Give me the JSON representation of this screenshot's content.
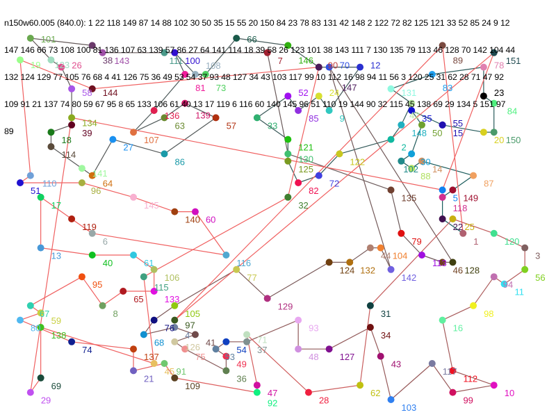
{
  "header": {
    "lines": [
      "n150w60.005 (840.0): 1 22 118 149 87 14 88 102 30 50 35 15 55 20 150 84 23 78 83 131 42 148 2 122 72 82 125 121 33 52 85 24 9 12",
      "147 146 66 73 108 100 81 136 107 63 139 57 86 27 64 141 114 18 39 58 26 123 101 38 143 111 7 130 135 79 113 46 128 70 142 104 44",
      "132 124 129 77 105 76 68 4 41 126 75 36 49 53 54 37 93 48 127 34 43 103 117 99 10 112 16 98 94 11 56 3 120 25 31 62 28 71 47 92",
      "109 91 21 137 74 80 59 67 95 8 65 133 106 61 40 13 17 119 6 116 60 140 145 96 51 110 19 144 90 32 115 45 138 69 29 134 5 151 97",
      "89"
    ]
  },
  "graph": {
    "grid_size": [
      49,
      50
    ],
    "edge_colors": {
      "start": "#145a5a",
      "mid": "#9a5a5a",
      "end": "#f06060"
    },
    "nodes": [
      [
        1,
        43,
        27,
        "#b06070"
      ],
      [
        2,
        36,
        14,
        "#10b8a0"
      ],
      [
        3,
        49,
        29,
        "#806060"
      ],
      [
        4,
        15,
        40,
        "#7080a0"
      ],
      [
        5,
        41,
        21,
        "#1080f0"
      ],
      [
        6,
        7,
        27,
        "#98a8a8"
      ],
      [
        7,
        24,
        2,
        "#a02030"
      ],
      [
        8,
        8,
        37,
        "#70a060"
      ],
      [
        9,
        30,
        10,
        "#30c8c0"
      ],
      [
        10,
        46,
        48,
        "#e010c0"
      ],
      [
        11,
        47,
        34,
        "#30e0f0"
      ],
      [
        12,
        33,
        4,
        "#2a30d0"
      ],
      [
        13,
        2,
        29,
        "#4898d8"
      ],
      [
        14,
        39,
        17,
        "#d09060"
      ],
      [
        15,
        41,
        12,
        "#2010b0"
      ],
      [
        16,
        41,
        39,
        "#60f0a0"
      ],
      [
        17,
        2,
        22,
        "#10d060"
      ],
      [
        18,
        3,
        13,
        "#1a7a1a"
      ],
      [
        19,
        0,
        3,
        "#9aff8a"
      ],
      [
        20,
        45,
        13,
        "#d8d020"
      ],
      [
        21,
        11,
        46,
        "#7060c0"
      ],
      [
        22,
        41,
        25,
        "#401050"
      ],
      [
        23,
        45,
        8,
        "#000000"
      ],
      [
        24,
        29,
        8,
        "#d8e030"
      ],
      [
        25,
        42,
        25,
        "#c8b010"
      ],
      [
        26,
        4,
        4,
        "#e0508f"
      ],
      [
        27,
        9,
        14,
        "#1a90f0"
      ],
      [
        28,
        28,
        49,
        "#f02040"
      ],
      [
        29,
        1,
        49,
        "#c050f0"
      ],
      [
        30,
        38,
        16,
        "#10a0d8"
      ],
      [
        31,
        34,
        37,
        "#104040"
      ],
      [
        32,
        26,
        22,
        "#408030"
      ],
      [
        33,
        23,
        11,
        "#30b070"
      ],
      [
        34,
        34,
        40,
        "#701010"
      ],
      [
        35,
        38,
        10,
        "#1010d0"
      ],
      [
        36,
        20,
        46,
        "#608050"
      ],
      [
        37,
        22,
        42,
        "#809090"
      ],
      [
        38,
        7,
        1,
        "#6b3a6b"
      ],
      [
        39,
        5,
        12,
        "#600020"
      ],
      [
        40,
        7,
        30,
        "#10c020"
      ],
      [
        41,
        17,
        41,
        "#704a4a"
      ],
      [
        42,
        38,
        9,
        "#b8e8a0"
      ],
      [
        43,
        35,
        44,
        "#a01070"
      ],
      [
        44,
        34,
        29,
        "#b08070"
      ],
      [
        45,
        13,
        45,
        "#e8c060"
      ],
      [
        46,
        41,
        31,
        "#704020"
      ],
      [
        47,
        23,
        48,
        "#d010a0"
      ],
      [
        48,
        27,
        43,
        "#d090e0"
      ],
      [
        49,
        20,
        44,
        "#f03050"
      ],
      [
        50,
        39,
        12,
        "#70a030"
      ],
      [
        51,
        0,
        20,
        "#2010d0"
      ],
      [
        52,
        26,
        8,
        "#a010f0"
      ],
      [
        53,
        19,
        43,
        "#6080a0"
      ],
      [
        54,
        20,
        42,
        "#1040c0"
      ],
      [
        55,
        41,
        12,
        "#2010b0"
      ],
      [
        56,
        49,
        32,
        "#80d020"
      ],
      [
        57,
        19,
        11,
        "#b03010"
      ],
      [
        58,
        5,
        7,
        "#a855e8"
      ],
      [
        59,
        2,
        38,
        "#c8d040"
      ],
      [
        60,
        17,
        24,
        "#d010c0"
      ],
      [
        61,
        11,
        30,
        "#30c8e0"
      ],
      [
        62,
        33,
        48,
        "#c0c010"
      ],
      [
        63,
        14,
        11,
        "#6a8a30"
      ],
      [
        64,
        7,
        19,
        "#d07010"
      ],
      [
        65,
        10,
        35,
        "#b01a20"
      ],
      [
        66,
        21,
        0,
        "#1a5a4a"
      ],
      [
        67,
        1,
        37,
        "#30d0b0"
      ],
      [
        68,
        12,
        41,
        "#1090d0"
      ],
      [
        69,
        2,
        47,
        "#1a4a3a"
      ],
      [
        70,
        30,
        4,
        "#3050e0"
      ],
      [
        71,
        22,
        41,
        "#c0e0c0"
      ],
      [
        72,
        29,
        19,
        "#4040e0"
      ],
      [
        73,
        18,
        5,
        "#50d060"
      ],
      [
        74,
        5,
        42,
        "#102090"
      ],
      [
        75,
        16,
        43,
        "#f09090"
      ],
      [
        76,
        13,
        39,
        "#101080"
      ],
      [
        77,
        21,
        32,
        "#c8c850"
      ],
      [
        78,
        45,
        4,
        "#e080b0"
      ],
      [
        79,
        37,
        27,
        "#e01010"
      ],
      [
        80,
        0,
        39,
        "#50b8f0"
      ],
      [
        81,
        16,
        5,
        "#f01a9a"
      ],
      [
        82,
        27,
        20,
        "#f01050"
      ],
      [
        83,
        40,
        5,
        "#20a0f0"
      ],
      [
        84,
        46,
        9,
        "#50f080"
      ],
      [
        85,
        27,
        10,
        "#9030e0"
      ],
      [
        86,
        14,
        16,
        "#1a9aa8"
      ],
      [
        87,
        44,
        19,
        "#f0a060"
      ],
      [
        88,
        38,
        18,
        "#b0e060"
      ],
      [
        89,
        41,
        1,
        "#7a4a40"
      ],
      [
        90,
        29,
        4,
        "#c04040"
      ],
      [
        91,
        14,
        45,
        "#70c870"
      ],
      [
        92,
        23,
        49,
        "#10f080"
      ],
      [
        93,
        27,
        39,
        "#e8a8f0"
      ],
      [
        94,
        46,
        33,
        "#c070b0"
      ],
      [
        95,
        6,
        33,
        "#f05010"
      ],
      [
        96,
        6,
        20,
        "#a8b040"
      ],
      [
        97,
        15,
        39,
        "#3a5a20"
      ],
      [
        98,
        44,
        37,
        "#f0f020"
      ],
      [
        99,
        42,
        49,
        "#d01060"
      ],
      [
        100,
        15,
        2,
        "#3010d0"
      ],
      [
        101,
        1,
        0,
        "#6aa84f"
      ],
      [
        102,
        37,
        17,
        "#208a8a"
      ],
      [
        103,
        36,
        50,
        "#3080f0"
      ],
      [
        104,
        35,
        29,
        "#f08030"
      ],
      [
        105,
        15,
        37,
        "#90c810"
      ],
      [
        106,
        13,
        32,
        "#b0c060"
      ],
      [
        107,
        11,
        13,
        "#e07040"
      ],
      [
        108,
        17,
        5,
        "#98b0c0"
      ],
      [
        109,
        15,
        47,
        "#5a4020"
      ],
      [
        110,
        1,
        19,
        "#70a0d8"
      ],
      [
        111,
        14,
        2,
        "#4a9a8a"
      ],
      [
        112,
        42,
        46,
        "#f01020"
      ],
      [
        113,
        39,
        30,
        "#a010e0"
      ],
      [
        114,
        3,
        15,
        "#5a4a3a"
      ],
      [
        115,
        12,
        33,
        "#40a080"
      ],
      [
        116,
        20,
        30,
        "#50a8d0"
      ],
      [
        117,
        40,
        45,
        "#7a7aa0"
      ],
      [
        118,
        41,
        22,
        "#d03090"
      ],
      [
        119,
        5,
        25,
        "#b02010"
      ],
      [
        120,
        46,
        27,
        "#40e090"
      ],
      [
        121,
        26,
        14,
        "#20c010"
      ],
      [
        122,
        31,
        16,
        "#c8c820"
      ],
      [
        123,
        3,
        3,
        "#a0dcc0"
      ],
      [
        124,
        30,
        31,
        "#704010"
      ],
      [
        125,
        26,
        17,
        "#7a9a20"
      ],
      [
        126,
        15,
        42,
        "#d0c8a0"
      ],
      [
        127,
        30,
        43,
        "#801090"
      ],
      [
        128,
        42,
        31,
        "#404010"
      ],
      [
        129,
        24,
        36,
        "#b03080"
      ],
      [
        130,
        26,
        16,
        "#40c070"
      ],
      [
        131,
        36,
        7,
        "#90f8e0"
      ],
      [
        132,
        32,
        31,
        "#b07010"
      ],
      [
        133,
        13,
        35,
        "#e010e0"
      ],
      [
        134,
        5,
        11,
        "#8aaa20"
      ],
      [
        135,
        36,
        21,
        "#704030"
      ],
      [
        136,
        13,
        10,
        "#e02050"
      ],
      [
        137,
        11,
        43,
        "#c04010"
      ],
      [
        138,
        2,
        40,
        "#40c020"
      ],
      [
        139,
        16,
        9,
        "#d01a6a"
      ],
      [
        140,
        15,
        24,
        "#a04010"
      ],
      [
        141,
        6,
        18,
        "#a0f8a0"
      ],
      [
        142,
        36,
        32,
        "#7060e0"
      ],
      [
        143,
        8,
        2,
        "#a050a8"
      ],
      [
        144,
        7,
        7,
        "#701020"
      ],
      [
        145,
        11,
        22,
        "#f8b0d0"
      ],
      [
        146,
        26,
        1,
        "#30b010"
      ],
      [
        147,
        29,
        4,
        "#4a1a5a"
      ],
      [
        148,
        37,
        12,
        "#20b0c0"
      ],
      [
        149,
        42,
        21,
        "#a01030"
      ],
      [
        150,
        46,
        13,
        "#4a9a6a"
      ],
      [
        151,
        46,
        2,
        "#204a50"
      ]
    ]
  }
}
